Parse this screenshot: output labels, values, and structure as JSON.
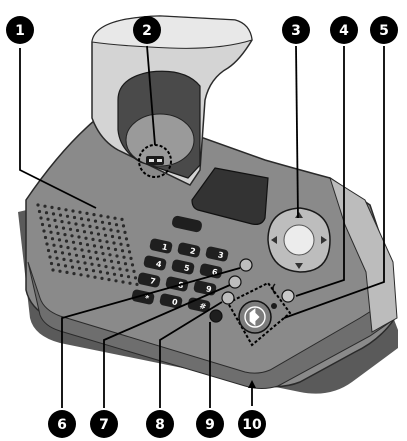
{
  "colors": {
    "body_dark": "#3c3c3c",
    "body_mid": "#8a8a8a",
    "body_light": "#d0d0d0",
    "key": "#1f1f1f",
    "display": "#2c2c2c",
    "callout": "#000000"
  },
  "callouts": [
    {
      "label": "1"
    },
    {
      "label": "2"
    },
    {
      "label": "3"
    },
    {
      "label": "4"
    },
    {
      "label": "5"
    },
    {
      "label": "6"
    },
    {
      "label": "7"
    },
    {
      "label": "8"
    },
    {
      "label": "9"
    },
    {
      "label": "10"
    }
  ],
  "keypad": [
    {
      "label": "1"
    },
    {
      "label": "2"
    },
    {
      "label": "3"
    },
    {
      "label": "4"
    },
    {
      "label": "5"
    },
    {
      "label": "6"
    },
    {
      "label": "7"
    },
    {
      "label": "8"
    },
    {
      "label": "9"
    },
    {
      "label": "*"
    },
    {
      "label": "0"
    },
    {
      "label": "#"
    }
  ],
  "icons": {
    "navigator": "navigator-key-icon",
    "speaker": "speakerphone-icon",
    "locator": "handset-locator-icon"
  }
}
